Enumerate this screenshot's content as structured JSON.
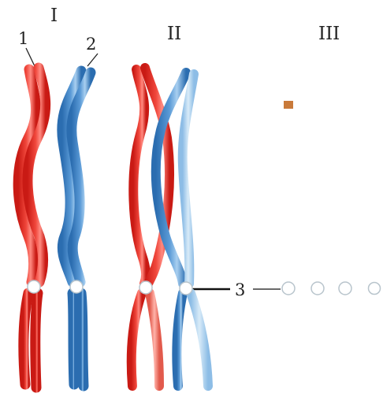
{
  "stages": {
    "I": "I",
    "II": "II",
    "III": "III"
  },
  "labels": {
    "chromatid_1": "1",
    "chromatid_2": "2",
    "centromere": "3"
  },
  "colors": {
    "maternal": "#e8322a",
    "maternal_light": "#f0837a",
    "paternal": "#3f86c8",
    "paternal_light": "#a9cdea",
    "centromere": "#ffffff"
  }
}
